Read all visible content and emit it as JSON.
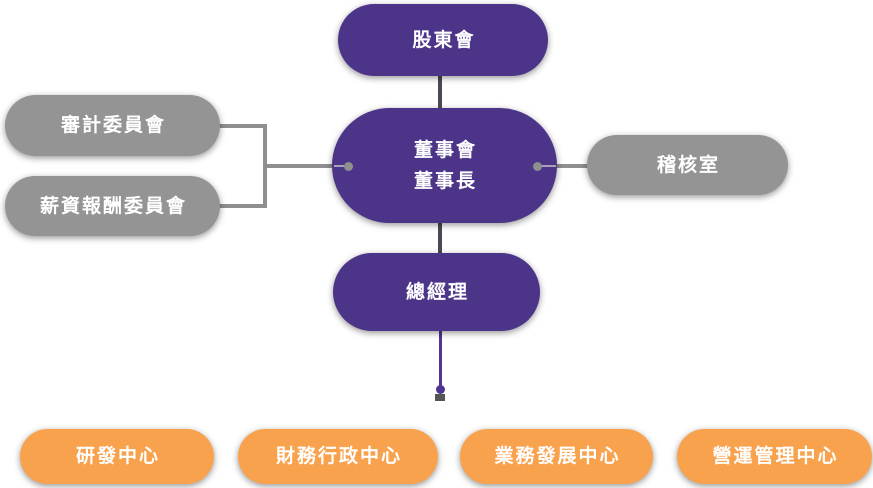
{
  "colors": {
    "purple": "#4c3488",
    "gray": "#949494",
    "orange": "#f9a24e",
    "connector": "#8f8f8f",
    "dark_link": "#4b4950",
    "stub_purple": "#4e3692",
    "tick": "#565656",
    "text": "#ffffff"
  },
  "nodes": {
    "shareholders": {
      "label": "股東會"
    },
    "board": {
      "line1": "董事會",
      "line2": "董事長"
    },
    "audit_committee": {
      "label": "審計委員會"
    },
    "compensation_committee": {
      "label": "薪資報酬委員會"
    },
    "audit_office": {
      "label": "稽核室"
    },
    "general_manager": {
      "label": "總經理"
    },
    "centers": [
      {
        "label": "研發中心"
      },
      {
        "label": "財務行政中心"
      },
      {
        "label": "業務發展中心"
      },
      {
        "label": "營運管理中心"
      }
    ]
  }
}
